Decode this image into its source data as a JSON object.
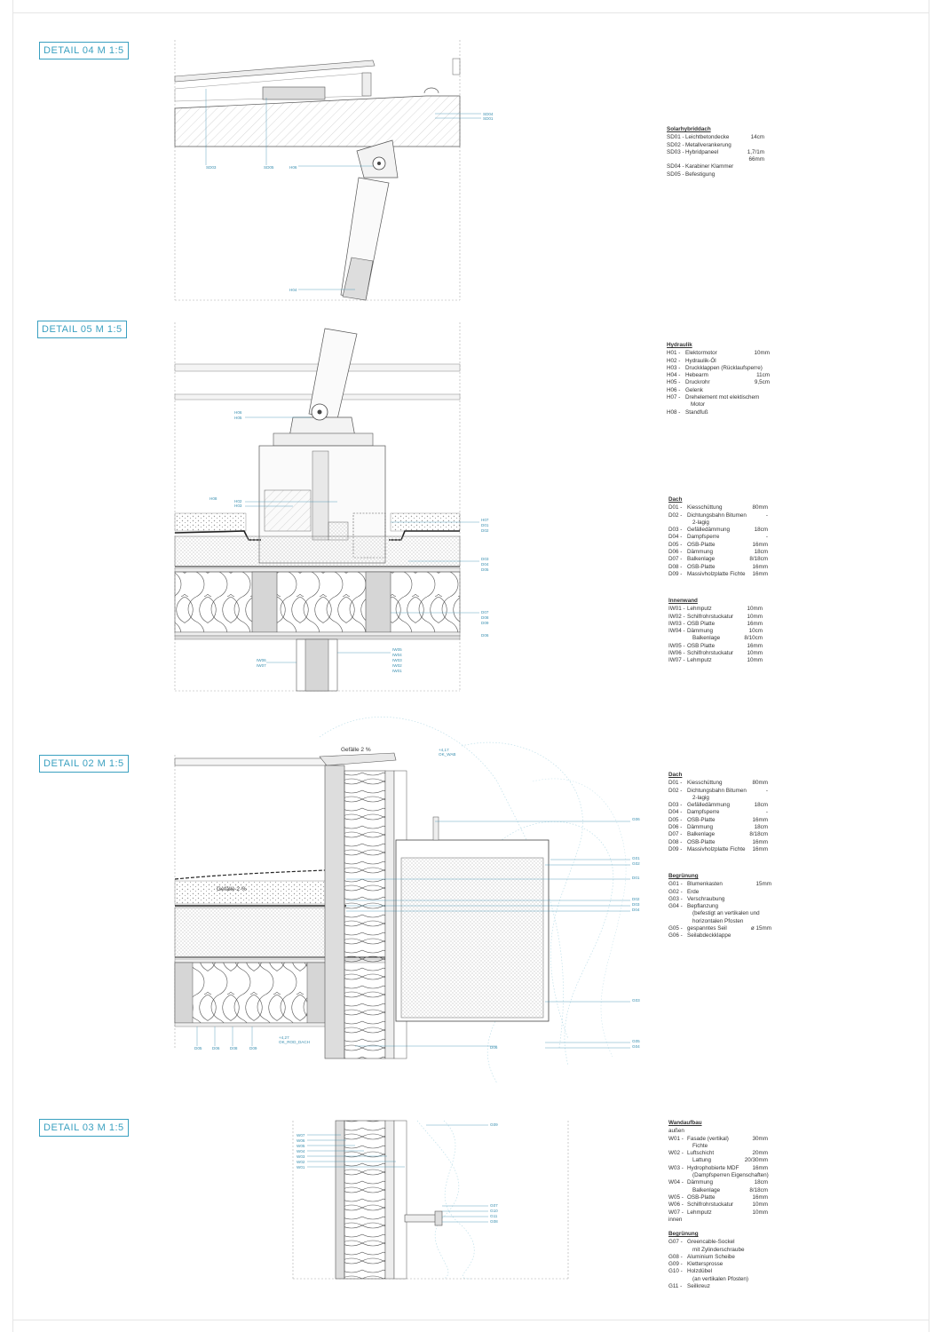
{
  "details": [
    {
      "title": "DETAIL 04 M 1:5"
    },
    {
      "title": "DETAIL 05 M 1:5"
    },
    {
      "title": "DETAIL 02 M 1:5"
    },
    {
      "title": "DETAIL 03 M 1:5"
    }
  ],
  "slope_label_top": "Gefälle 2 %",
  "slope_label_mid": "Gefälle 2 %",
  "legends": {
    "solar": {
      "heading": "Solarhybriddach",
      "rows": [
        {
          "code": "SD01 -",
          "name": "Leichtbetondecke",
          "value": "14cm"
        },
        {
          "code": "SD02 -",
          "name": "Metallverankerung",
          "value": ""
        },
        {
          "code": "SD03 -",
          "name": "Hybridpaneel",
          "value": "1,7/1m"
        },
        {
          "code": "",
          "name": "",
          "value": "66mm"
        },
        {
          "code": "SD04 -",
          "name": "Karabiner Klammer",
          "value": ""
        },
        {
          "code": "SD05 -",
          "name": "Befestigung",
          "value": ""
        }
      ]
    },
    "hydraulik": {
      "heading": "Hydraulik",
      "rows": [
        {
          "code": "H01 -",
          "name": "Elektormotor",
          "value": "10mm"
        },
        {
          "code": "H02 -",
          "name": "Hydraulik-Öl",
          "value": ""
        },
        {
          "code": "H03 -",
          "name": "Druckklappen (Rücklaufsperre)",
          "value": ""
        },
        {
          "code": "H04 -",
          "name": "Hebearm",
          "value": "11cm"
        },
        {
          "code": "H05 -",
          "name": "Druckrohr",
          "value": "9,5cm"
        },
        {
          "code": "H06 -",
          "name": "Gelenk",
          "value": ""
        },
        {
          "code": "H07 -",
          "name": "Drehelement mot elektischem",
          "value": ""
        },
        {
          "code": "",
          "name": "Motor",
          "value": ""
        },
        {
          "code": "H08 -",
          "name": "Standfuß",
          "value": ""
        }
      ]
    },
    "dach1": {
      "heading": "Dach",
      "rows": [
        {
          "code": "D01 -",
          "name": "Kiesschüttung",
          "value": "80mm"
        },
        {
          "code": "D02 -",
          "name": "Dichtungsbahn Bitumen",
          "value": "-"
        },
        {
          "code": "",
          "name": "2-lagig",
          "value": ""
        },
        {
          "code": "D03 -",
          "name": "Gefälledämmung",
          "value": "18cm"
        },
        {
          "code": "D04 -",
          "name": "Dampfsperre",
          "value": "-"
        },
        {
          "code": "D05 -",
          "name": "OSB-Platte",
          "value": "16mm"
        },
        {
          "code": "D06 -",
          "name": "Dämmung",
          "value": "18cm"
        },
        {
          "code": "D07 -",
          "name": "Balkenlage",
          "value": "8/18cm"
        },
        {
          "code": "D08 -",
          "name": "OSB-Platte",
          "value": "16mm"
        },
        {
          "code": "D09 -",
          "name": "Massivholzplatte Fichte",
          "value": "16mm"
        }
      ]
    },
    "innenwand": {
      "heading": "Innenwand",
      "rows": [
        {
          "code": "IW01 -",
          "name": "Lehmputz",
          "value": "10mm"
        },
        {
          "code": "IW02 -",
          "name": "Schilfrohrstuckatur",
          "value": "10mm"
        },
        {
          "code": "IW03 -",
          "name": "OSB Platte",
          "value": "16mm"
        },
        {
          "code": "IW04 -",
          "name": "Dämmung",
          "value": "10cm"
        },
        {
          "code": "",
          "name": "Balkenlage",
          "value": "8/10cm"
        },
        {
          "code": "IW05 -",
          "name": "OSB Platte",
          "value": "16mm"
        },
        {
          "code": "IW06 -",
          "name": "Schilfrohrstuckatur",
          "value": "10mm"
        },
        {
          "code": "IW07 -",
          "name": "Lehmputz",
          "value": "10mm"
        }
      ]
    },
    "dach2": {
      "heading": "Dach",
      "rows": [
        {
          "code": "D01 -",
          "name": "Kiesschüttung",
          "value": "80mm"
        },
        {
          "code": "D02 -",
          "name": "Dichtungsbahn Bitumen",
          "value": "-"
        },
        {
          "code": "",
          "name": "2-lagig",
          "value": ""
        },
        {
          "code": "D03 -",
          "name": "Gefälledämmung",
          "value": "18cm"
        },
        {
          "code": "D04 -",
          "name": "Dampfsperre",
          "value": "-"
        },
        {
          "code": "D05 -",
          "name": "OSB-Platte",
          "value": "16mm"
        },
        {
          "code": "D06 -",
          "name": "Dämmung",
          "value": "18cm"
        },
        {
          "code": "D07 -",
          "name": "Balkenlage",
          "value": "8/18cm"
        },
        {
          "code": "D08 -",
          "name": "OSB-Platte",
          "value": "16mm"
        },
        {
          "code": "D09 -",
          "name": "Massivholzplatte Fichte",
          "value": "16mm"
        }
      ]
    },
    "begruenung1": {
      "heading": "Begrünung",
      "rows": [
        {
          "code": "G01 -",
          "name": "Blumenkasten",
          "value": "15mm"
        },
        {
          "code": "G02 -",
          "name": "Erde",
          "value": ""
        },
        {
          "code": "G03 -",
          "name": "Verschraubung",
          "value": ""
        },
        {
          "code": "G04 -",
          "name": "Bepflanzung",
          "value": ""
        },
        {
          "code": "",
          "name": "(befestigt an vertikalen und",
          "value": ""
        },
        {
          "code": "",
          "name": "horizontalen Pfosten",
          "value": ""
        },
        {
          "code": "G05 -",
          "name": "gespanntes Seil",
          "value": "ø 15mm"
        },
        {
          "code": "G06 -",
          "name": "Seilabdeckklappe",
          "value": ""
        }
      ]
    },
    "wandaufbau": {
      "heading": "Wandaufbau",
      "rows": [
        {
          "code": "außen",
          "name": "",
          "value": ""
        },
        {
          "code": "W01 -",
          "name": "Fasade (vertikal)",
          "value": "30mm"
        },
        {
          "code": "",
          "name": "Fichte",
          "value": ""
        },
        {
          "code": "W02 -",
          "name": "Luftschicht",
          "value": "20mm"
        },
        {
          "code": "",
          "name": "Lattung",
          "value": "20/30mm"
        },
        {
          "code": "W03 -",
          "name": "Hydrophobierte MDF",
          "value": "16mm"
        },
        {
          "code": "",
          "name": "(Dampfsperren Eigenschaften)",
          "value": ""
        },
        {
          "code": "W04 -",
          "name": "Dämmung",
          "value": "18cm"
        },
        {
          "code": "",
          "name": "Balkenlage",
          "value": "8/18cm"
        },
        {
          "code": "W05 -",
          "name": "OSB-Platte",
          "value": "16mm"
        },
        {
          "code": "W06 -",
          "name": "Schilfrohrstuckatur",
          "value": "10mm"
        },
        {
          "code": "W07 -",
          "name": "Lehmputz",
          "value": "10mm"
        },
        {
          "code": "innen",
          "name": "",
          "value": ""
        }
      ]
    },
    "begruenung2": {
      "heading": "Begrünung",
      "rows": [
        {
          "code": "G07 -",
          "name": "Greencable-Sockel",
          "value": ""
        },
        {
          "code": "",
          "name": "mit Zylinderschraube",
          "value": ""
        },
        {
          "code": "G08 -",
          "name": "Aluminium Scheibe",
          "value": ""
        },
        {
          "code": "G09 -",
          "name": "Klettersprosse",
          "value": ""
        },
        {
          "code": "G10 -",
          "name": "Holzdübel",
          "value": ""
        },
        {
          "code": "",
          "name": "(an vertikalen Pfosten)",
          "value": ""
        },
        {
          "code": "G11 -",
          "name": "Seilkreuz",
          "value": ""
        }
      ]
    }
  },
  "callouts": {
    "d04": [
      "SD04",
      "SD01",
      "SD03",
      "SD05",
      "H06",
      "H04"
    ],
    "d05_left": [
      "H06",
      "H05",
      "H08",
      "H02",
      "H03",
      "IW06",
      "IW07"
    ],
    "d05_right": [
      "H07",
      "D01",
      "D02",
      "D03",
      "D04",
      "D05",
      "D07",
      "D08",
      "D09",
      "D06",
      "IW05",
      "IW04",
      "IW03",
      "IW02",
      "IW01"
    ],
    "d02_right": [
      "G06",
      "G01",
      "G02",
      "D01",
      "D02",
      "D03",
      "D04",
      "G03",
      "G05",
      "G04",
      "D06"
    ],
    "d02_bottom": [
      "D05",
      "D06",
      "D08",
      "D09"
    ],
    "d02_levels": [
      "+4,17",
      "OK_WAB",
      "+4,27",
      "OK_ROD_DACH"
    ],
    "d03_left": [
      "W07",
      "W06",
      "W05",
      "W04",
      "W03",
      "W02",
      "W01"
    ],
    "d03_right": [
      "G09",
      "G07",
      "G10",
      "G11",
      "G08"
    ]
  }
}
